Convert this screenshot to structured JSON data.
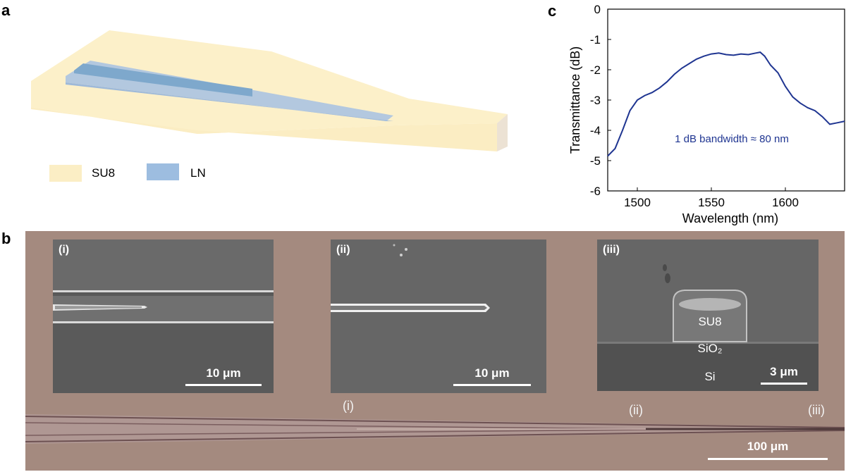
{
  "figure": {
    "panel_a": {
      "letter": "a",
      "legend": [
        {
          "label": "SU8",
          "color": "#fbeec5"
        },
        {
          "label": "LN",
          "color": "#9dbde0"
        }
      ],
      "colors": {
        "su8": "#fbedc3",
        "su8_side": "#eee3d2",
        "ln_top": "#a9c3de",
        "ln_dark": "#7da7cf"
      }
    },
    "panel_b": {
      "letter": "b",
      "insets": [
        {
          "label": "(i)",
          "scale": "10 μm"
        },
        {
          "label": "(ii)",
          "scale": "10 μm"
        },
        {
          "label": "(iii)",
          "scale": "3 μm",
          "layers": [
            "SU8",
            "SiO₂",
            "Si"
          ]
        }
      ],
      "markers": [
        "(i)",
        "(ii)",
        "(iii)"
      ],
      "main_scale": "100 μm",
      "colors": {
        "background": "#a48a7f",
        "sem": "#5b5b5b"
      }
    },
    "panel_c": {
      "letter": "c",
      "annotation": "1 dB bandwidth ≈ 80 nm"
    }
  },
  "chart_data": {
    "type": "line",
    "title": "",
    "xlabel": "Wavelength (nm)",
    "ylabel": "Transmittance (dB)",
    "xlim": [
      1480,
      1640
    ],
    "ylim": [
      -6,
      0
    ],
    "xticks": [
      1500,
      1550,
      1600
    ],
    "yticks": [
      0,
      -1,
      -2,
      -3,
      -4,
      -5,
      -6
    ],
    "series": [
      {
        "color": "#1f3591",
        "x": [
          1480,
          1485,
          1490,
          1495,
          1500,
          1505,
          1510,
          1515,
          1520,
          1525,
          1530,
          1535,
          1540,
          1545,
          1550,
          1555,
          1560,
          1565,
          1570,
          1575,
          1580,
          1583,
          1586,
          1590,
          1595,
          1600,
          1605,
          1610,
          1615,
          1620,
          1625,
          1630,
          1635,
          1640
        ],
        "y": [
          -4.85,
          -4.6,
          -4.0,
          -3.35,
          -3.0,
          -2.85,
          -2.75,
          -2.6,
          -2.4,
          -2.15,
          -1.95,
          -1.8,
          -1.65,
          -1.55,
          -1.48,
          -1.45,
          -1.5,
          -1.52,
          -1.48,
          -1.5,
          -1.45,
          -1.42,
          -1.55,
          -1.85,
          -2.1,
          -2.55,
          -2.9,
          -3.1,
          -3.25,
          -3.35,
          -3.55,
          -3.8,
          -3.75,
          -3.7
        ]
      }
    ]
  }
}
